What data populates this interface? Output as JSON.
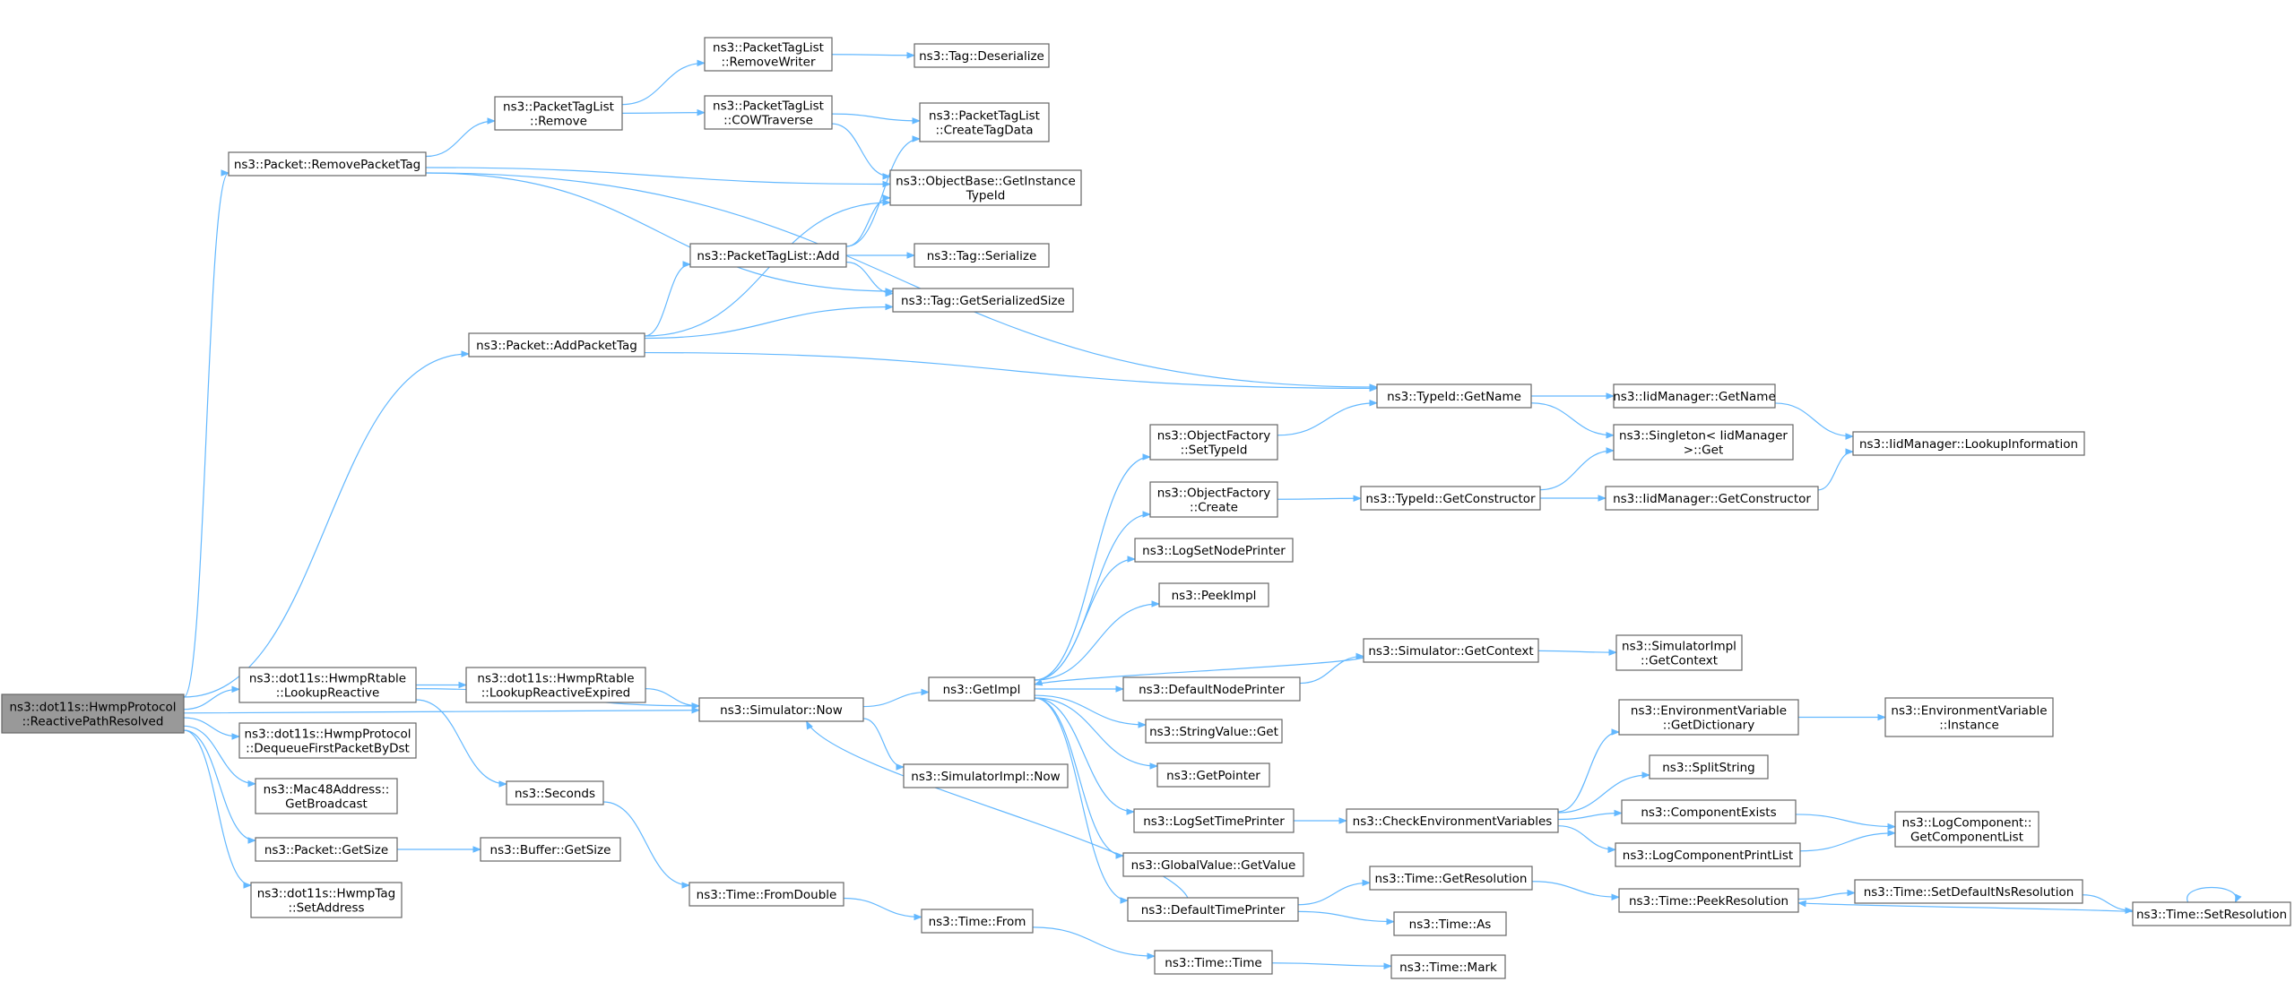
{
  "diagram": {
    "root": "n0",
    "nodes": [
      {
        "id": "n0",
        "lines": [
          "ns3::dot11s::HwmpProtocol",
          "::ReactivePathResolved"
        ]
      },
      {
        "id": "n1",
        "lines": [
          "ns3::Packet::RemovePacketTag"
        ]
      },
      {
        "id": "n2",
        "lines": [
          "ns3::PacketTagList",
          "::Remove"
        ]
      },
      {
        "id": "n3",
        "lines": [
          "ns3::PacketTagList",
          "::RemoveWriter"
        ]
      },
      {
        "id": "n4",
        "lines": [
          "ns3::Tag::Deserialize"
        ]
      },
      {
        "id": "n5",
        "lines": [
          "ns3::PacketTagList",
          "::COWTraverse"
        ]
      },
      {
        "id": "n6",
        "lines": [
          "ns3::PacketTagList",
          "::CreateTagData"
        ]
      },
      {
        "id": "n7",
        "lines": [
          "ns3::ObjectBase::GetInstance",
          "TypeId"
        ]
      },
      {
        "id": "n8",
        "lines": [
          "ns3::PacketTagList::Add"
        ]
      },
      {
        "id": "n9",
        "lines": [
          "ns3::Tag::Serialize"
        ]
      },
      {
        "id": "n10",
        "lines": [
          "ns3::Tag::GetSerializedSize"
        ]
      },
      {
        "id": "n11",
        "lines": [
          "ns3::Packet::AddPacketTag"
        ]
      },
      {
        "id": "n12",
        "lines": [
          "ns3::TypeId::GetName"
        ]
      },
      {
        "id": "n13",
        "lines": [
          "ns3::IidManager::GetName"
        ]
      },
      {
        "id": "n14",
        "lines": [
          "ns3::Singleton< IidManager",
          ">::Get"
        ]
      },
      {
        "id": "n15",
        "lines": [
          "ns3::IidManager::LookupInformation"
        ]
      },
      {
        "id": "n16",
        "lines": [
          "ns3::ObjectFactory",
          "::SetTypeId"
        ]
      },
      {
        "id": "n17",
        "lines": [
          "ns3::ObjectFactory",
          "::Create"
        ]
      },
      {
        "id": "n18",
        "lines": [
          "ns3::TypeId::GetConstructor"
        ]
      },
      {
        "id": "n19",
        "lines": [
          "ns3::IidManager::GetConstructor"
        ]
      },
      {
        "id": "n20",
        "lines": [
          "ns3::LogSetNodePrinter"
        ]
      },
      {
        "id": "n21",
        "lines": [
          "ns3::PeekImpl"
        ]
      },
      {
        "id": "n22",
        "lines": [
          "ns3::Simulator::GetContext"
        ]
      },
      {
        "id": "n23",
        "lines": [
          "ns3::SimulatorImpl",
          "::GetContext"
        ]
      },
      {
        "id": "n24",
        "lines": [
          "ns3::GetImpl"
        ]
      },
      {
        "id": "n25",
        "lines": [
          "ns3::DefaultNodePrinter"
        ]
      },
      {
        "id": "n26",
        "lines": [
          "ns3::StringValue::Get"
        ]
      },
      {
        "id": "n27",
        "lines": [
          "ns3::GetPointer"
        ]
      },
      {
        "id": "n28",
        "lines": [
          "ns3::LogSetTimePrinter"
        ]
      },
      {
        "id": "n29",
        "lines": [
          "ns3::GlobalValue::GetValue"
        ]
      },
      {
        "id": "n30",
        "lines": [
          "ns3::DefaultTimePrinter"
        ]
      },
      {
        "id": "n31",
        "lines": [
          "ns3::dot11s::HwmpRtable",
          "::LookupReactive"
        ]
      },
      {
        "id": "n32",
        "lines": [
          "ns3::dot11s::HwmpRtable",
          "::LookupReactiveExpired"
        ]
      },
      {
        "id": "n33",
        "lines": [
          "ns3::Simulator::Now"
        ]
      },
      {
        "id": "n34",
        "lines": [
          "ns3::SimulatorImpl::Now"
        ]
      },
      {
        "id": "n35",
        "lines": [
          "ns3::dot11s::HwmpProtocol",
          "::DequeueFirstPacketByDst"
        ]
      },
      {
        "id": "n36",
        "lines": [
          "ns3::Mac48Address::",
          "GetBroadcast"
        ]
      },
      {
        "id": "n37",
        "lines": [
          "ns3::Seconds"
        ]
      },
      {
        "id": "n38",
        "lines": [
          "ns3::Packet::GetSize"
        ]
      },
      {
        "id": "n39",
        "lines": [
          "ns3::Buffer::GetSize"
        ]
      },
      {
        "id": "n40",
        "lines": [
          "ns3::dot11s::HwmpTag",
          "::SetAddress"
        ]
      },
      {
        "id": "n41",
        "lines": [
          "ns3::Time::FromDouble"
        ]
      },
      {
        "id": "n42",
        "lines": [
          "ns3::Time::From"
        ]
      },
      {
        "id": "n43",
        "lines": [
          "ns3::Time::Time"
        ]
      },
      {
        "id": "n44",
        "lines": [
          "ns3::Time::Mark"
        ]
      },
      {
        "id": "n45",
        "lines": [
          "ns3::CheckEnvironmentVariables"
        ]
      },
      {
        "id": "n46",
        "lines": [
          "ns3::EnvironmentVariable",
          "::GetDictionary"
        ]
      },
      {
        "id": "n47",
        "lines": [
          "ns3::EnvironmentVariable",
          "::Instance"
        ]
      },
      {
        "id": "n48",
        "lines": [
          "ns3::SplitString"
        ]
      },
      {
        "id": "n49",
        "lines": [
          "ns3::ComponentExists"
        ]
      },
      {
        "id": "n50",
        "lines": [
          "ns3::LogComponentPrintList"
        ]
      },
      {
        "id": "n51",
        "lines": [
          "ns3::LogComponent::",
          "GetComponentList"
        ]
      },
      {
        "id": "n52",
        "lines": [
          "ns3::Time::GetResolution"
        ]
      },
      {
        "id": "n53",
        "lines": [
          "ns3::Time::PeekResolution"
        ]
      },
      {
        "id": "n54",
        "lines": [
          "ns3::Time::SetDefaultNsResolution"
        ]
      },
      {
        "id": "n55",
        "lines": [
          "ns3::Time::SetResolution"
        ]
      },
      {
        "id": "n56",
        "lines": [
          "ns3::Time::As"
        ]
      }
    ],
    "edges": [
      [
        "n0",
        "n1"
      ],
      [
        "n0",
        "n11"
      ],
      [
        "n0",
        "n31"
      ],
      [
        "n0",
        "n33"
      ],
      [
        "n0",
        "n35"
      ],
      [
        "n0",
        "n36"
      ],
      [
        "n0",
        "n38"
      ],
      [
        "n0",
        "n40"
      ],
      [
        "n1",
        "n2"
      ],
      [
        "n1",
        "n7"
      ],
      [
        "n1",
        "n10"
      ],
      [
        "n1",
        "n12"
      ],
      [
        "n2",
        "n3"
      ],
      [
        "n2",
        "n5"
      ],
      [
        "n3",
        "n4"
      ],
      [
        "n5",
        "n6"
      ],
      [
        "n5",
        "n7"
      ],
      [
        "n8",
        "n6"
      ],
      [
        "n8",
        "n7"
      ],
      [
        "n8",
        "n9"
      ],
      [
        "n8",
        "n10"
      ],
      [
        "n11",
        "n7"
      ],
      [
        "n11",
        "n8"
      ],
      [
        "n11",
        "n10"
      ],
      [
        "n11",
        "n12"
      ],
      [
        "n12",
        "n13"
      ],
      [
        "n12",
        "n14"
      ],
      [
        "n13",
        "n15"
      ],
      [
        "n16",
        "n12"
      ],
      [
        "n17",
        "n18"
      ],
      [
        "n18",
        "n14"
      ],
      [
        "n18",
        "n19"
      ],
      [
        "n19",
        "n15"
      ],
      [
        "n22",
        "n23"
      ],
      [
        "n22",
        "n24"
      ],
      [
        "n24",
        "n16"
      ],
      [
        "n24",
        "n17"
      ],
      [
        "n24",
        "n20"
      ],
      [
        "n24",
        "n21"
      ],
      [
        "n24",
        "n25"
      ],
      [
        "n24",
        "n26"
      ],
      [
        "n24",
        "n27"
      ],
      [
        "n24",
        "n28"
      ],
      [
        "n24",
        "n29"
      ],
      [
        "n24",
        "n30"
      ],
      [
        "n25",
        "n22"
      ],
      [
        "n28",
        "n45"
      ],
      [
        "n30",
        "n33"
      ],
      [
        "n30",
        "n52"
      ],
      [
        "n30",
        "n56"
      ],
      [
        "n31",
        "n32"
      ],
      [
        "n31",
        "n33"
      ],
      [
        "n31",
        "n37"
      ],
      [
        "n32",
        "n33"
      ],
      [
        "n33",
        "n24"
      ],
      [
        "n33",
        "n34"
      ],
      [
        "n37",
        "n41"
      ],
      [
        "n38",
        "n39"
      ],
      [
        "n41",
        "n42"
      ],
      [
        "n42",
        "n43"
      ],
      [
        "n43",
        "n44"
      ],
      [
        "n45",
        "n46"
      ],
      [
        "n45",
        "n48"
      ],
      [
        "n45",
        "n49"
      ],
      [
        "n45",
        "n50"
      ],
      [
        "n46",
        "n47"
      ],
      [
        "n49",
        "n51"
      ],
      [
        "n50",
        "n51"
      ],
      [
        "n52",
        "n53"
      ],
      [
        "n53",
        "n54"
      ],
      [
        "n54",
        "n55"
      ],
      [
        "n55",
        "n53"
      ],
      [
        "n55",
        "n55"
      ]
    ]
  }
}
